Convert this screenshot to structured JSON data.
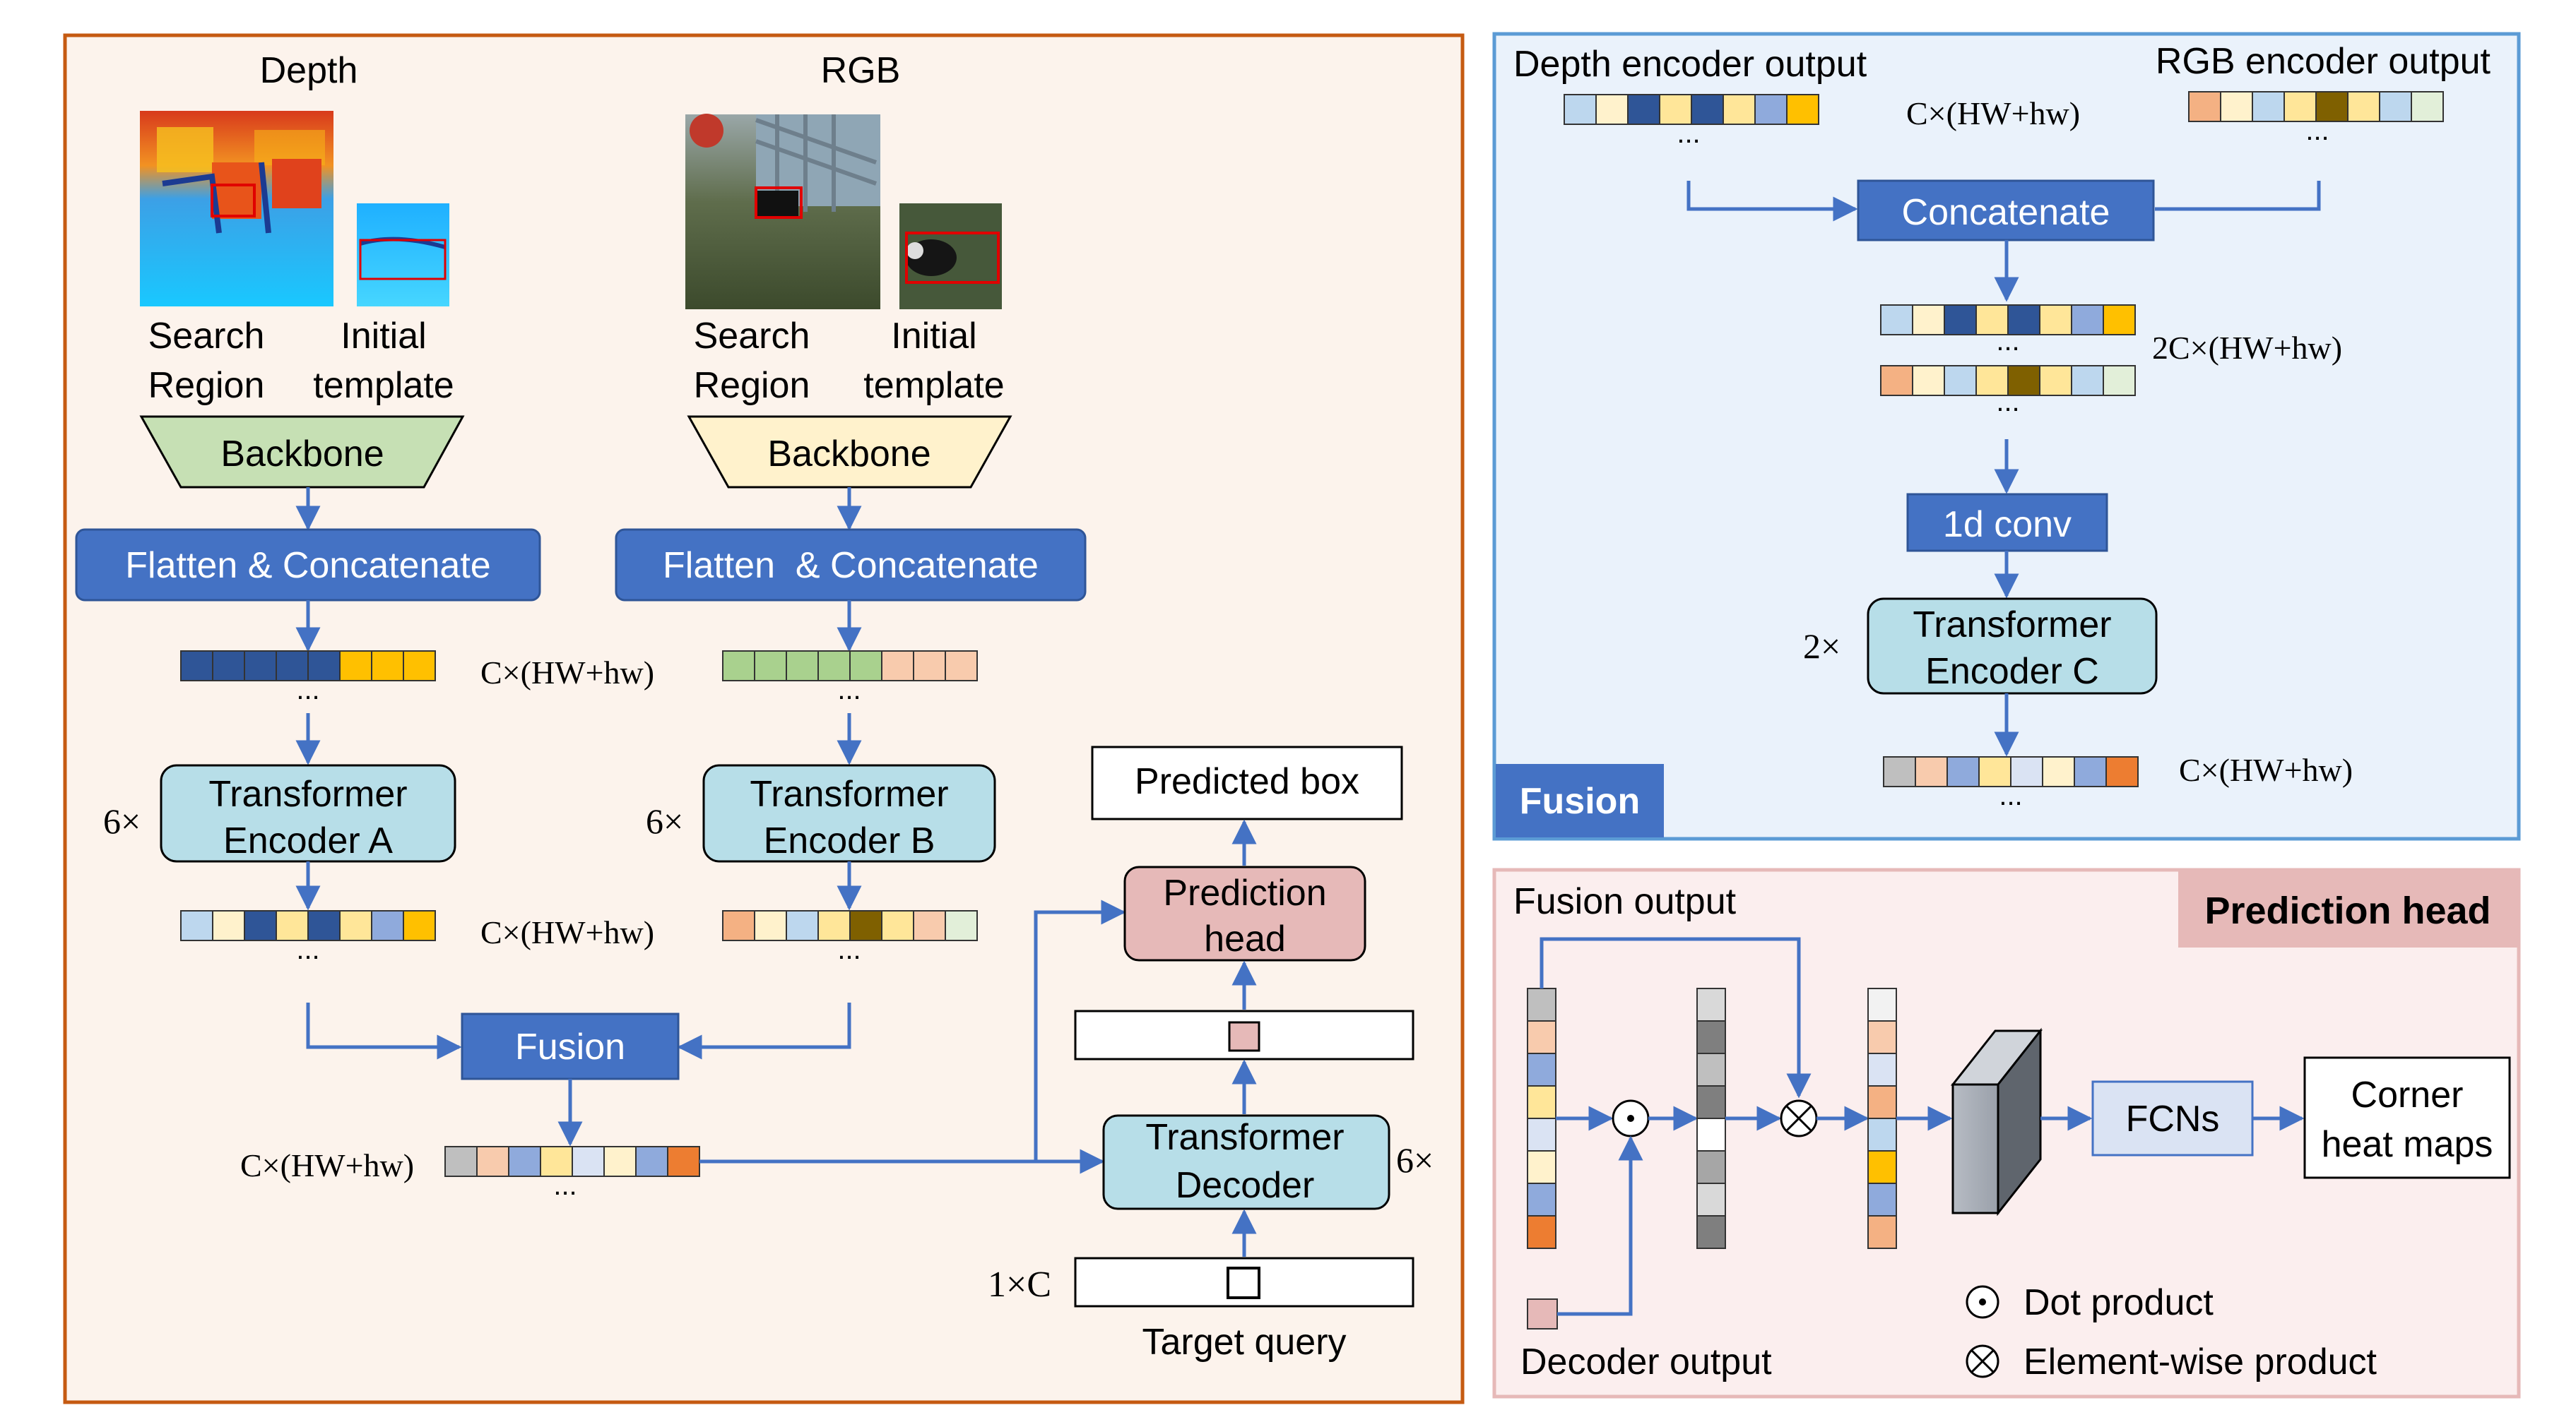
{
  "left_panel": {
    "depth": {
      "title": "Depth",
      "search_region": [
        "Search",
        "Region"
      ],
      "initial_template": [
        "Initial",
        "template"
      ],
      "backbone": "Backbone",
      "flatten": "Flatten & Concatenate",
      "shape": "C×(HW+hw)",
      "encoder": [
        "Transformer",
        "Encoder A"
      ],
      "multiplier": "6×",
      "output_shape": "C×(HW+hw)",
      "ellipsis": "..."
    },
    "rgb": {
      "title": "RGB",
      "search_region": [
        "Search",
        "Region"
      ],
      "initial_template": [
        "Initial",
        "template"
      ],
      "backbone": "Backbone",
      "flatten": "Flatten  & Concatenate",
      "encoder": [
        "Transformer",
        "Encoder B"
      ],
      "multiplier": "6×",
      "ellipsis": "..."
    },
    "fusion": "Fusion",
    "fusion_shape": "C×(HW+hw)",
    "decoder": [
      "Transformer",
      "Decoder"
    ],
    "decoder_multiplier": "6×",
    "prediction_head": [
      "Prediction",
      "head"
    ],
    "predicted_box": "Predicted box",
    "query_shape": "1×C",
    "target_query": "Target query"
  },
  "fusion_panel": {
    "depth_output": "Depth encoder output",
    "rgb_output": "RGB encoder output",
    "shape_top": "C×(HW+hw)",
    "concatenate": "Concatenate",
    "shape_2c": "2C×(HW+hw)",
    "conv": "1d conv",
    "encoder": [
      "Transformer",
      "Encoder C"
    ],
    "multiplier": "2×",
    "shape_out": "C×(HW+hw)",
    "tab": "Fusion"
  },
  "head_panel": {
    "title": "Prediction head",
    "fusion_output": "Fusion output",
    "decoder_output": "Decoder output",
    "fcns": "FCNs",
    "corner": [
      "Corner",
      "heat maps"
    ],
    "legend_dot": "Dot product",
    "legend_elem": "Element-wise product"
  },
  "colors": {
    "blue_box": "#4472c4",
    "cyan_box": "#b7dee8",
    "pink_box": "#e6b9b8",
    "green_backbone": "#c6e0b4",
    "yellow_backbone": "#fff2cc",
    "arrow": "#4472c4",
    "left_border": "#c55a11",
    "fusion_border": "#5b9bd5",
    "head_border": "#d99694"
  }
}
